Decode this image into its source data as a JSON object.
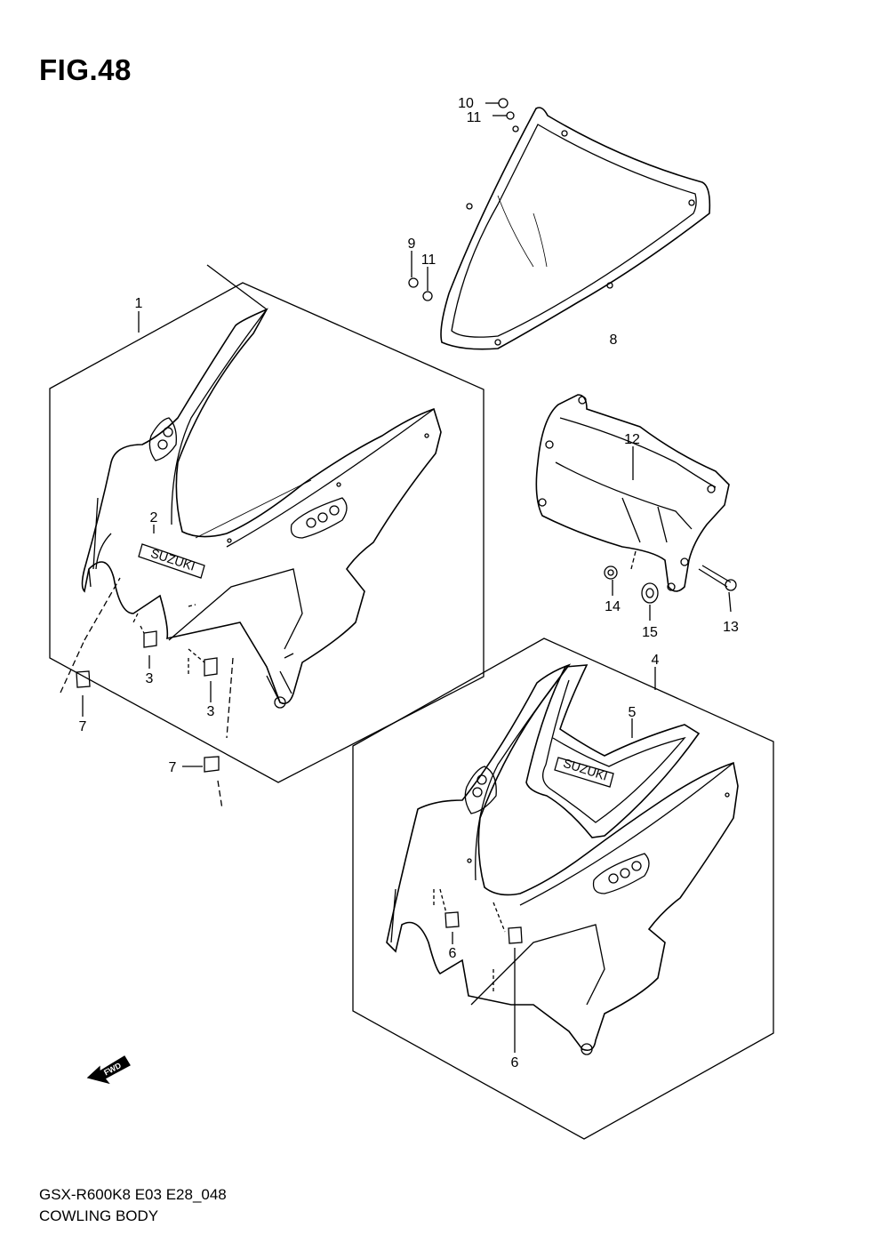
{
  "figure": {
    "title": "FIG.48",
    "model_code": "GSX-R600K8 E03 E28_048",
    "diagram_title": "COWLING BODY",
    "direction_label": "FWD",
    "brand_decal_upper": "SUZUKI",
    "brand_decal_lower": "SUZUKI"
  },
  "callouts": {
    "c1": "1",
    "c2": "2",
    "c3a": "3",
    "c3b": "3",
    "c4": "4",
    "c5": "5",
    "c6a": "6",
    "c6b": "6",
    "c7a": "7",
    "c7b": "7",
    "c8": "8",
    "c9": "9",
    "c10": "10",
    "c11a": "11",
    "c11b": "11",
    "c12": "12",
    "c13": "13",
    "c14": "14",
    "c15": "15"
  },
  "colors": {
    "line": "#000000",
    "background": "#ffffff"
  }
}
